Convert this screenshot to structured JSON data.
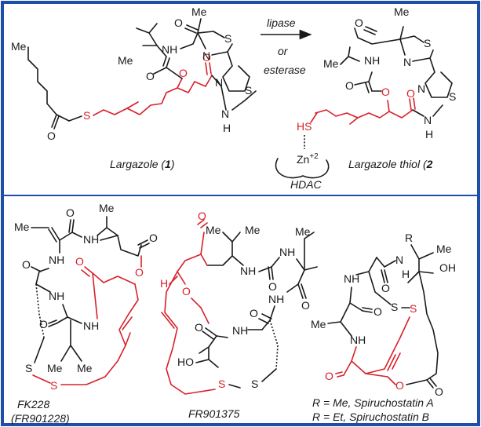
{
  "colors": {
    "frame": "#1d4fa8",
    "bond": "#1a1a1a",
    "highlight": "#d8202a"
  },
  "arrow": {
    "reagent1": "lipase",
    "reagent2": "or",
    "reagent3": "esterase"
  },
  "largazole": {
    "caption_name": "Largazole (",
    "caption_num": "1",
    "caption_end": ")",
    "atoms": {
      "me_top": "Me",
      "me_chain": "Me",
      "me_ipr": "Me",
      "s": "S",
      "n": "N",
      "o": "O",
      "nh": "NH",
      "s_link": "S",
      "s_thz": "S",
      "n_thz": "N",
      "n_amide": "N",
      "h_amide": "H"
    }
  },
  "thiol": {
    "caption_name": "Largazole thiol (",
    "caption_num": "2",
    "hs": "HS",
    "zn": "Zn",
    "zn_charge": "+2",
    "hdac": "HDAC",
    "atoms": {
      "me_top": "Me",
      "me_ipr": "Me",
      "s": "S",
      "n": "N",
      "o": "O",
      "nh": "NH",
      "s_thz": "S",
      "n_thz": "N",
      "n_amide": "N",
      "h_amide": "H"
    }
  },
  "fk228": {
    "caption1": "FK228",
    "caption2": "(FR901228)",
    "atoms": {
      "me_top": "Me",
      "me_vinyl": "Me",
      "nh1": "NH",
      "nh2": "NH",
      "nh3": "NH",
      "nh4": "NH",
      "o1": "O",
      "o2": "O",
      "o3": "O",
      "o4": "O",
      "o5": "O",
      "s1": "S",
      "s2": "S",
      "me_b1": "Me",
      "me_b2": "Me"
    }
  },
  "fr901375": {
    "caption": "FR901375",
    "atoms": {
      "me1": "Me",
      "me2": "Me",
      "me3": "Me",
      "h": "H",
      "o1": "O",
      "o2": "O",
      "o3": "O",
      "o4": "O",
      "o5": "O",
      "nh1": "NH",
      "nh2": "NH",
      "nh3": "NH",
      "nh4": "NH",
      "ho": "HO",
      "s1": "S",
      "s2": "S"
    }
  },
  "spiruchostatin": {
    "caption1": "R = Me, Spiruchostatin A",
    "caption2": "R = Et, Spiruchostatin B",
    "atoms": {
      "r": "R",
      "me": "Me",
      "oh": "OH",
      "n": "N",
      "h": "H",
      "nh1": "NH",
      "nh2": "NH",
      "s1": "S",
      "s2": "S",
      "me_ala": "Me",
      "o1": "O",
      "o2": "O",
      "o3": "O",
      "o4": "O",
      "o5": "O"
    }
  }
}
